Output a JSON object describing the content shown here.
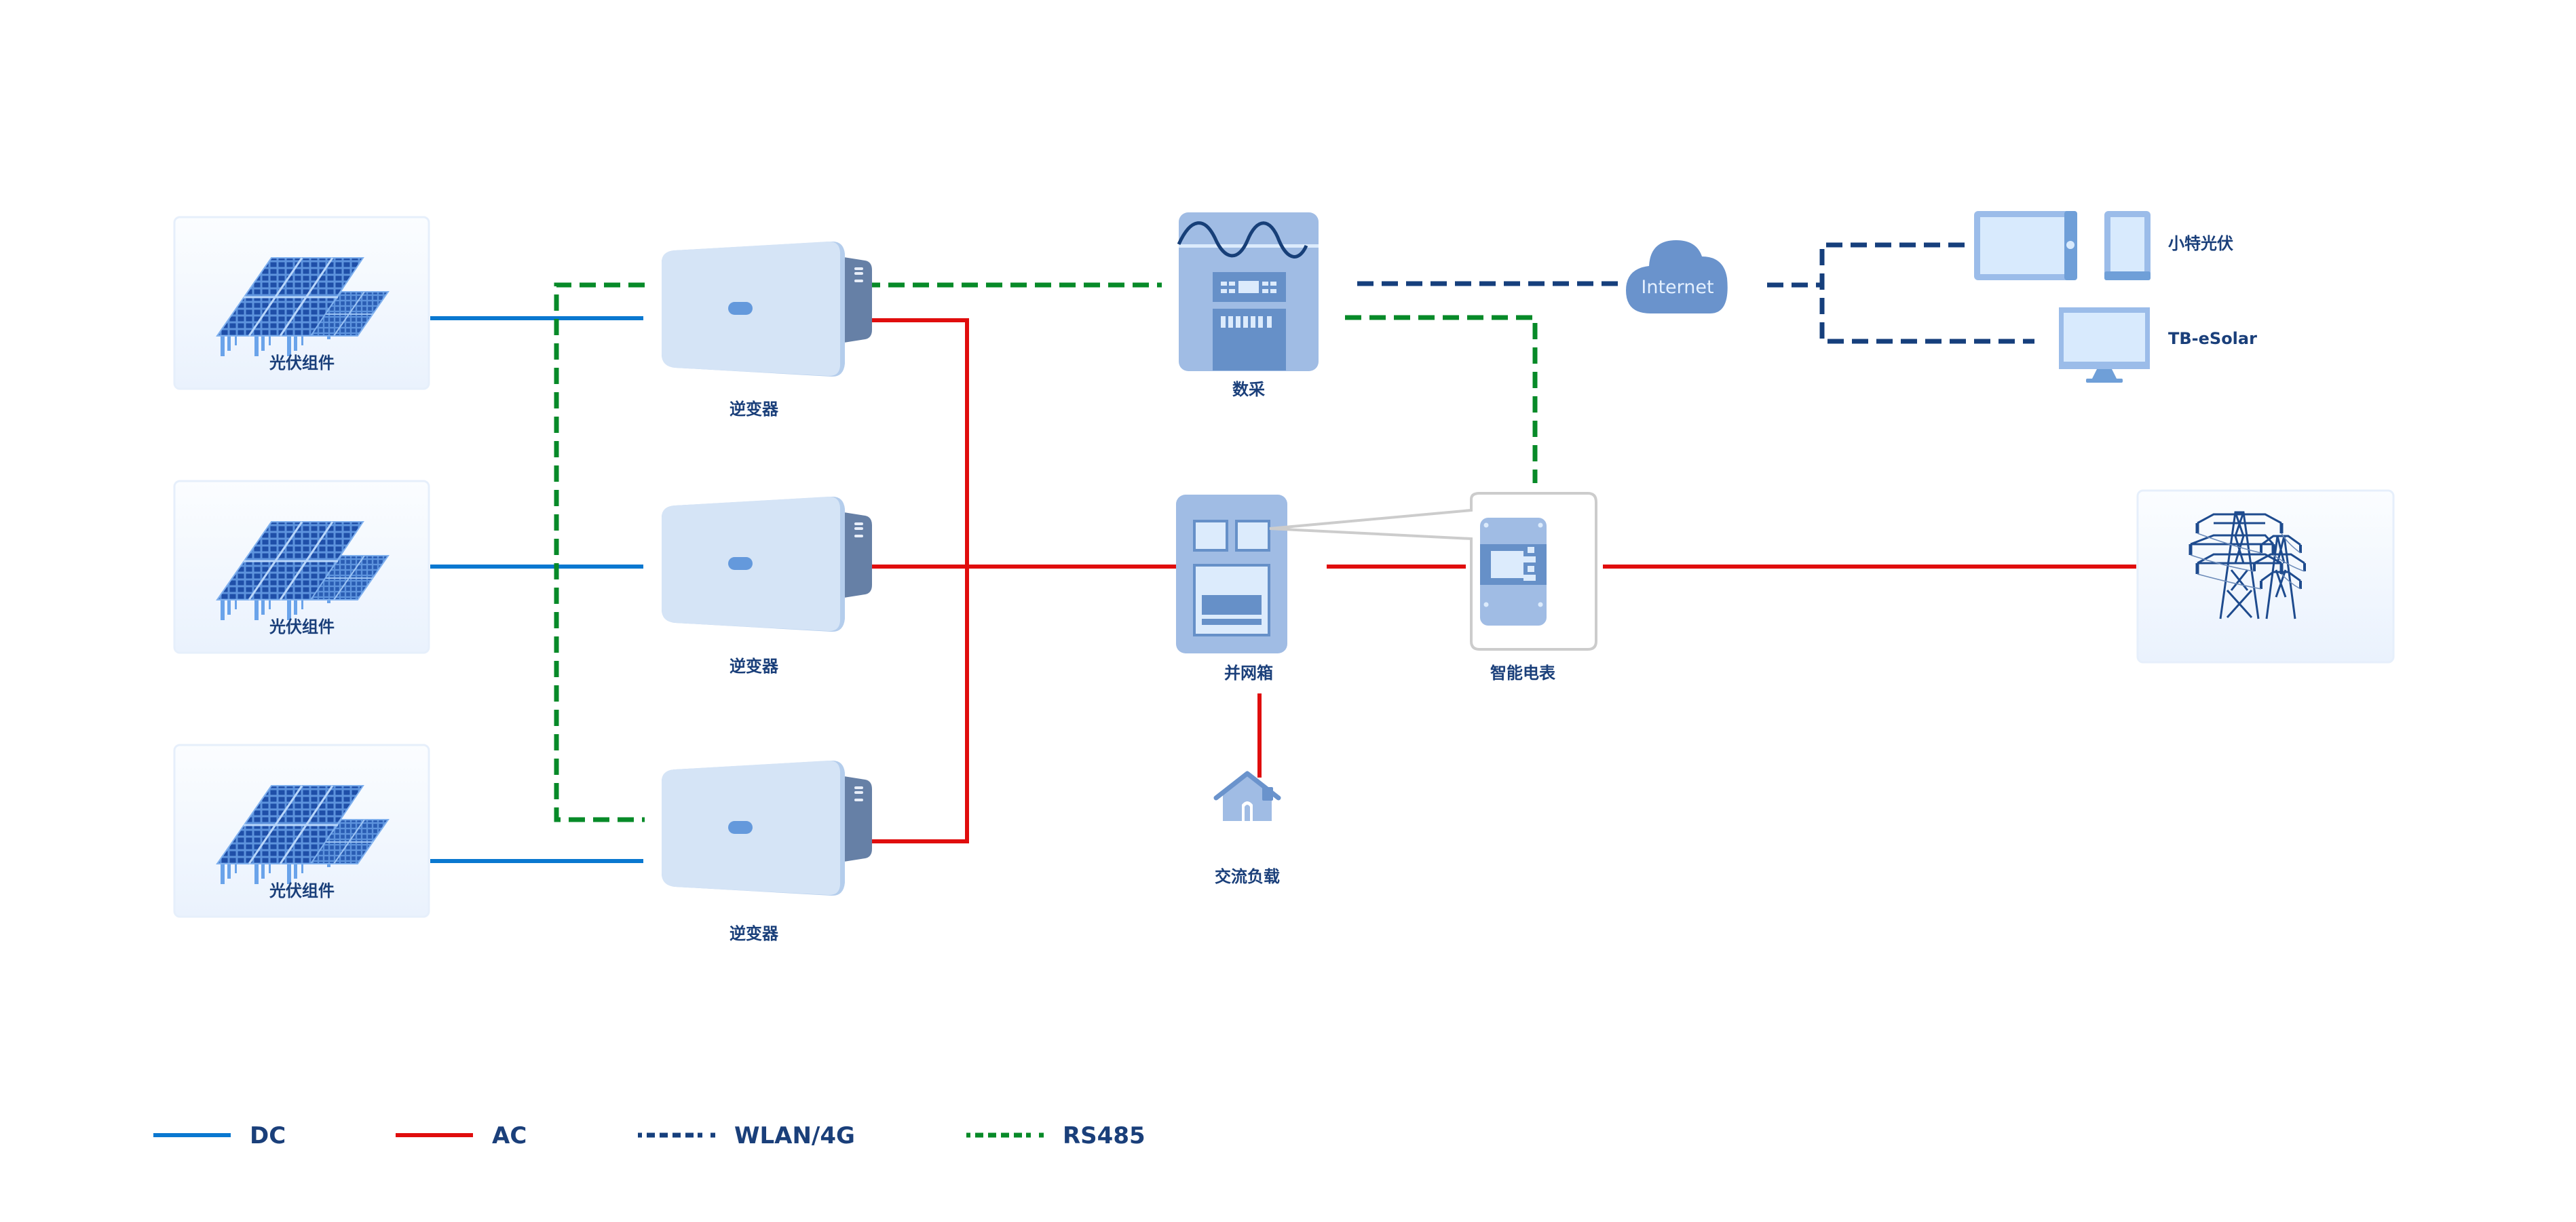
{
  "diagram": {
    "colors": {
      "dc": "#0a78d0",
      "ac": "#e00d0d",
      "wlan": "#163f7c",
      "rs485": "#078a28",
      "device_light": "#d5e4f6",
      "device_mid": "#a0bce4",
      "device_dark": "#6690c8",
      "label": "#1a3f7a"
    },
    "nodes": {
      "pv_modules": [
        {
          "label": "光伏组件"
        },
        {
          "label": "光伏组件"
        },
        {
          "label": "光伏组件"
        }
      ],
      "inverters": [
        {
          "label": "逆变器"
        },
        {
          "label": "逆变器"
        },
        {
          "label": "逆变器"
        }
      ],
      "datalogger": {
        "label": "数采"
      },
      "internet": {
        "label": "Internet"
      },
      "apps": [
        {
          "label": "小特光伏",
          "icon": "tablet-phone-icon"
        },
        {
          "label": "TB-eSolar",
          "icon": "monitor-icon"
        }
      ],
      "grid_box": {
        "label": "并网箱"
      },
      "smart_meter": {
        "label": "智能电表"
      },
      "ac_load": {
        "label": "交流负载"
      },
      "power_grid": {
        "label": ""
      }
    },
    "legend": [
      {
        "key": "dc",
        "label": "DC",
        "style": "solid"
      },
      {
        "key": "ac",
        "label": "AC",
        "style": "solid"
      },
      {
        "key": "wlan",
        "label": "WLAN/4G",
        "style": "dashed"
      },
      {
        "key": "rs485",
        "label": "RS485",
        "style": "dashed"
      }
    ]
  }
}
